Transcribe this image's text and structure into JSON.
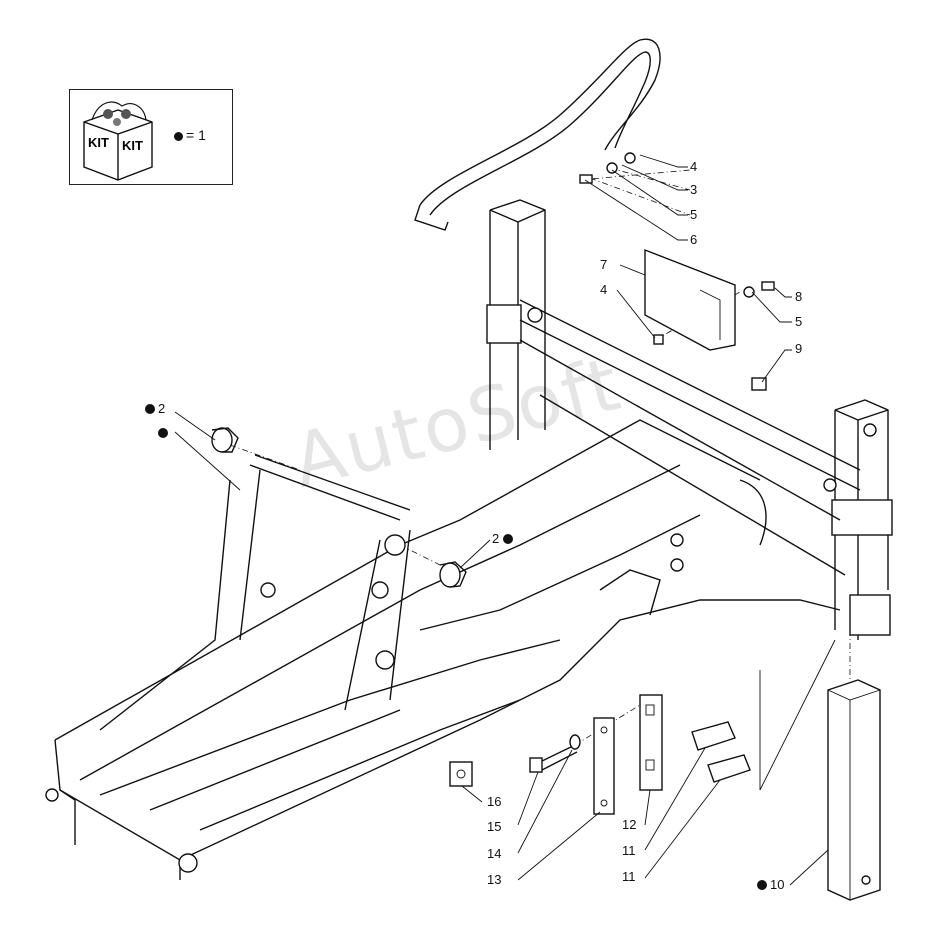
{
  "watermark": "AutoSoft",
  "kit": {
    "box_text_1": "KIT",
    "box_text_2": "KIT",
    "legend_value": "= 1"
  },
  "callouts": {
    "c4a": "4",
    "c3": "3",
    "c5a": "5",
    "c6": "6",
    "c7": "7",
    "c4b": "4",
    "c8": "8",
    "c5b": "5",
    "c9": "9",
    "c2a": "2",
    "c2b": "2",
    "c16": "16",
    "c15": "15",
    "c14": "14",
    "c13": "13",
    "c12": "12",
    "c11a": "11",
    "c11b": "11",
    "c10": "10"
  }
}
